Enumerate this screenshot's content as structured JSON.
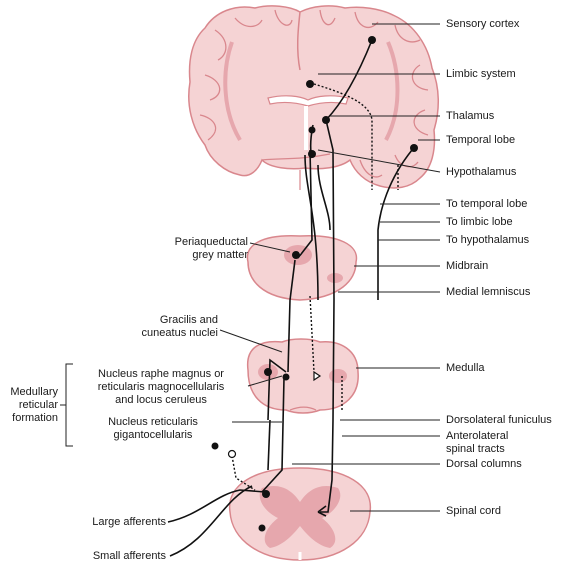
{
  "colors": {
    "tissue_fill": "#f5d3d4",
    "tissue_outline": "#d9878d",
    "grey_matter": "#e6a7ad",
    "pathway": "#111111"
  },
  "labels_right": {
    "sensory_cortex": "Sensory cortex",
    "limbic_system": "Limbic system",
    "thalamus": "Thalamus",
    "temporal_lobe": "Temporal lobe",
    "hypothalamus": "Hypothalamus",
    "to_temporal_lobe": "To temporal lobe",
    "to_limbic_lobe": "To limbic lobe",
    "to_hypothalamus": "To hypothalamus",
    "midbrain": "Midbrain",
    "medial_lemniscus": "Medial lemniscus",
    "medulla": "Medulla",
    "dorsolateral_funiculus": "Dorsolateral funiculus",
    "anterolateral_line1": "Anterolateral",
    "anterolateral_line2": "spinal tracts",
    "dorsal_columns": "Dorsal columns",
    "spinal_cord": "Spinal cord"
  },
  "labels_left": {
    "periaqueductal_line1": "Periaqueductal",
    "periaqueductal_line2": "grey matter",
    "gracilis_line1": "Gracilis and",
    "gracilis_line2": "cuneatus nuclei",
    "raphe_line1": "Nucleus raphe magnus or",
    "raphe_line2": "reticularis magnocellularis",
    "raphe_line3": "and locus ceruleus",
    "giganto_line1": "Nucleus reticularis",
    "giganto_line2": "gigantocellularis",
    "medullary_line1": "Medullary",
    "medullary_line2": "reticular",
    "medullary_line3": "formation",
    "large_afferents": "Large afferents",
    "small_afferents": "Small afferents"
  }
}
